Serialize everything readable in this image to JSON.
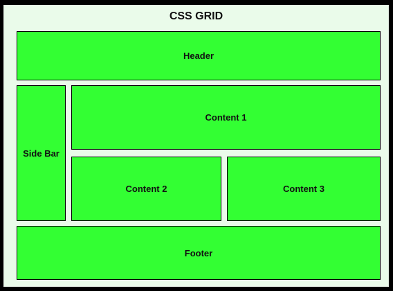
{
  "diagram": {
    "title": "CSS GRID",
    "colors": {
      "background": "#000000",
      "panel": "#eafbea",
      "cell": "#33ff33",
      "border": "#000000"
    },
    "areas": {
      "header": "Header",
      "sidebar": "Side Bar",
      "content1": "Content 1",
      "content2": "Content 2",
      "content3": "Content 3",
      "footer": "Footer"
    }
  }
}
